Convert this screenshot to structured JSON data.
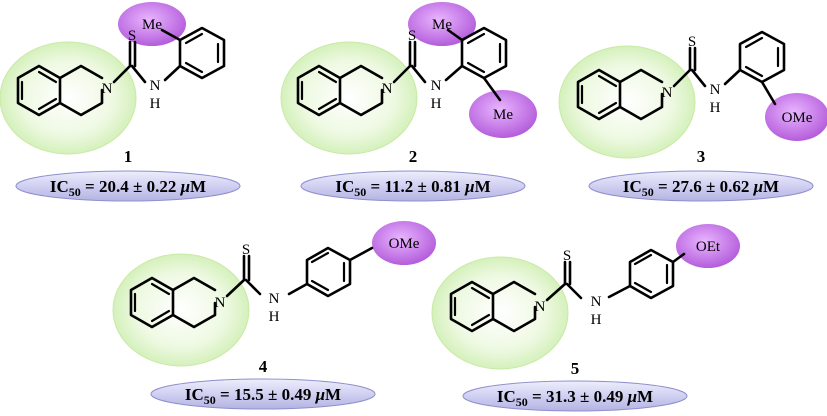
{
  "colors": {
    "ring_fill": "#e4f5cf",
    "ring_edge": "#c9eaa6",
    "sub_fill": "#c879e8",
    "sub_edge": "#9b3fc4",
    "pill_fill": "#d3d3f3",
    "pill_edge": "#8f8fcf"
  },
  "compounds": [
    {
      "number": "1",
      "atoms": {
        "s": "S",
        "n": "N",
        "nh_n": "N",
        "nh_h": "H"
      },
      "substituents": [
        "Me"
      ],
      "ic50": {
        "label": "IC",
        "sub": "50",
        "value": " = 20.4 ± 0.22 ",
        "unit_mu": "μ",
        "unit": "M"
      }
    },
    {
      "number": "2",
      "atoms": {
        "s": "S",
        "n": "N",
        "nh_n": "N",
        "nh_h": "H"
      },
      "substituents": [
        "Me",
        "Me"
      ],
      "ic50": {
        "label": "IC",
        "sub": "50",
        "value": " = 11.2 ± 0.81 ",
        "unit_mu": "μ",
        "unit": "M"
      }
    },
    {
      "number": "3",
      "atoms": {
        "s": "S",
        "n": "N",
        "nh_n": "N",
        "nh_h": "H"
      },
      "substituents": [
        "OMe"
      ],
      "ic50": {
        "label": "IC",
        "sub": "50",
        "value": " = 27.6 ± 0.62 ",
        "unit_mu": "μ",
        "unit": "M"
      }
    },
    {
      "number": "4",
      "atoms": {
        "s": "S",
        "n": "N",
        "nh_n": "N",
        "nh_h": "H"
      },
      "substituents": [
        "OMe"
      ],
      "ic50": {
        "label": "IC",
        "sub": "50",
        "value": " = 15.5 ± 0.49 ",
        "unit_mu": "μ",
        "unit": "M"
      }
    },
    {
      "number": "5",
      "atoms": {
        "s": "S",
        "n": "N",
        "nh_n": "N",
        "nh_h": "H"
      },
      "substituents": [
        "OEt"
      ],
      "ic50": {
        "label": "IC",
        "sub": "50",
        "value": " = 31.3 ± 0.49 ",
        "unit_mu": "μ",
        "unit": "M"
      }
    }
  ]
}
